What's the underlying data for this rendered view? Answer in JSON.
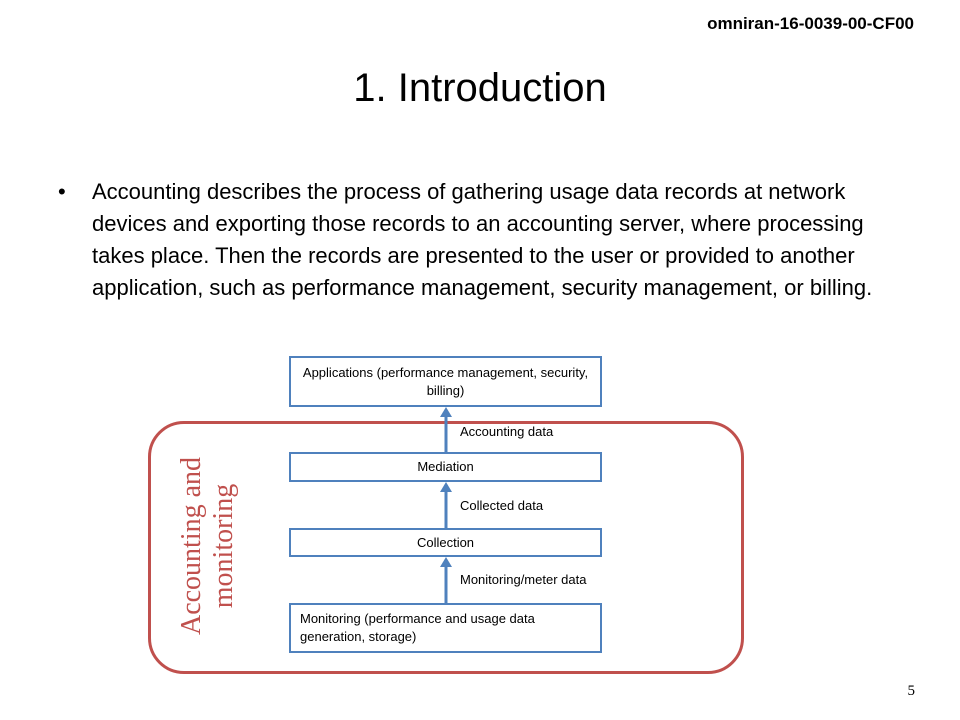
{
  "header": {
    "doc_id": "omniran-16-0039-00-CF00"
  },
  "slide": {
    "title": "1. Introduction",
    "bullets": [
      "Accounting describes the process of gathering usage data records at network devices and exporting those records to an accounting server, where processing takes place. Then the records are presented to the user or provided to another application, such as performance management, security management, or billing."
    ],
    "bullet_marker": "•",
    "page_number": "5"
  },
  "diagram": {
    "group_label_line1": "Accounting and",
    "group_label_line2": "monitoring",
    "boxes": {
      "applications": "Applications (performance management, security, billing)",
      "mediation": "Mediation",
      "collection": "Collection",
      "monitoring": "Monitoring (performance and usage data generation, storage)"
    },
    "flows": {
      "accounting": "Accounting data",
      "collected": "Collected data",
      "monitoring": "Monitoring/meter data"
    },
    "colors": {
      "box_border": "#4f81bd",
      "arrow": "#4f81bd",
      "group_border": "#c0504d",
      "group_label": "#c0504d"
    }
  }
}
